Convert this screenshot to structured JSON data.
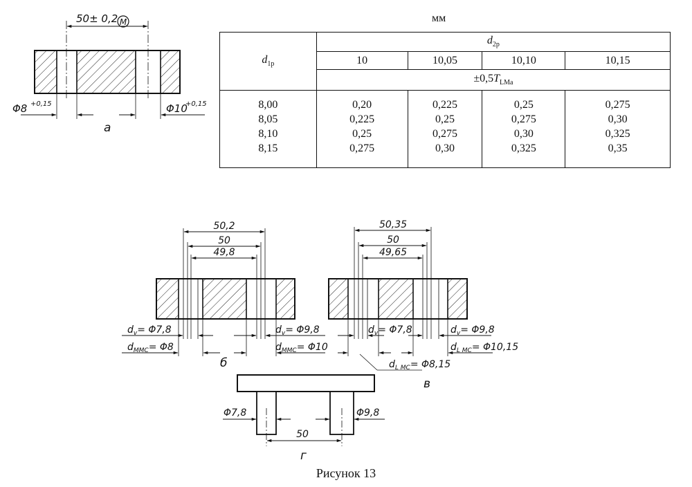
{
  "figure_a": {
    "dim_spacing": "50± 0,2",
    "modifier_symbol": "M",
    "left_hole": "Φ8",
    "left_hole_tol": "+0,15",
    "right_hole": "Φ10",
    "right_hole_tol": "+0,15",
    "label": "а"
  },
  "table": {
    "unit": "мм",
    "row_header_main": "d",
    "row_header_sub": "1р",
    "col_group_main": "d",
    "col_group_sub": "2р",
    "columns": [
      "10",
      "10,05",
      "10,10",
      "10,15"
    ],
    "tolerance_main": "±0,5",
    "tolerance_T": "T",
    "tolerance_sub": "LMa",
    "rows": [
      {
        "d1": "8,00",
        "values": [
          "0,20",
          "0,225",
          "0,25",
          "0,275"
        ]
      },
      {
        "d1": "8,05",
        "values": [
          "0,225",
          "0,25",
          "0,275",
          "0,30"
        ]
      },
      {
        "d1": "8,10",
        "values": [
          "0,25",
          "0,275",
          "0,30",
          "0,325"
        ]
      },
      {
        "d1": "8,15",
        "values": [
          "0,275",
          "0,30",
          "0,325",
          "0,35"
        ]
      }
    ]
  },
  "figure_b": {
    "dim_outer": "50,2",
    "dim_nominal": "50",
    "dim_inner": "49,8",
    "left_dv": "d",
    "left_dv_sub": "v",
    "left_dv_val": "= Φ7,8",
    "left_dmmc": "d",
    "left_dmmc_sub": "MMC",
    "left_dmmc_val": "= Φ8",
    "right_dv": "d",
    "right_dv_sub": "v",
    "right_dv_val": "= Φ9,8",
    "right_dmmc": "d",
    "right_dmmc_sub": "MMC",
    "right_dmmc_val": "= Φ10",
    "label": "б"
  },
  "figure_c": {
    "dim_outer": "50,35",
    "dim_nominal": "50",
    "dim_inner": "49,65",
    "left_dv": "d",
    "left_dv_sub": "v",
    "left_dv_val": "= Φ7,8",
    "left_dlmc": "d",
    "left_dlmc_sub": "L MC",
    "left_dlmc_val": "= Φ8,15",
    "right_dv": "d",
    "right_dv_sub": "v",
    "right_dv_val": "= Φ9,8",
    "right_dlmc": "d",
    "right_dlmc_sub": "L MC",
    "right_dlmc_val": "= Φ10,15",
    "label": "в"
  },
  "figure_d": {
    "left_pin": "Φ7,8",
    "right_pin": "Φ9,8",
    "spacing": "50",
    "label": "г"
  },
  "caption": "Рисунок 13"
}
